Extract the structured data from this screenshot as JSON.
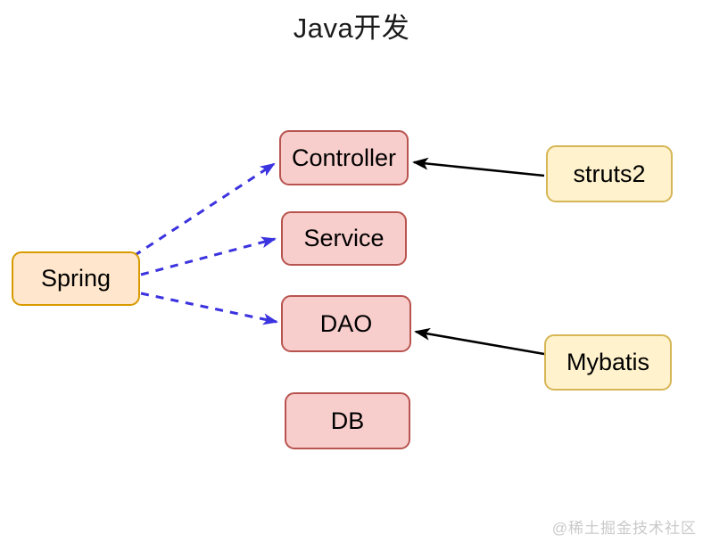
{
  "title": "Java开发",
  "nodes": {
    "spring": {
      "label": "Spring",
      "fill": "#ffe6cc",
      "border": "#d79b00"
    },
    "controller": {
      "label": "Controller",
      "fill": "#f8cecc",
      "border": "#b85450"
    },
    "service": {
      "label": "Service",
      "fill": "#f8cecc",
      "border": "#b85450"
    },
    "dao": {
      "label": "DAO",
      "fill": "#f8cecc",
      "border": "#b85450"
    },
    "db": {
      "label": "DB",
      "fill": "#f8cecc",
      "border": "#b85450"
    },
    "struts2": {
      "label": "struts2",
      "fill": "#fff2cc",
      "border": "#d6b656"
    },
    "mybatis": {
      "label": "Mybatis",
      "fill": "#fff2cc",
      "border": "#d6b656"
    }
  },
  "edges": [
    {
      "from": "spring",
      "to": "controller",
      "style": "dashed",
      "color": "#3b32e0"
    },
    {
      "from": "spring",
      "to": "service",
      "style": "dashed",
      "color": "#3b32e0"
    },
    {
      "from": "spring",
      "to": "dao",
      "style": "dashed",
      "color": "#3b32e0"
    },
    {
      "from": "struts2",
      "to": "controller",
      "style": "solid",
      "color": "#000000"
    },
    {
      "from": "mybatis",
      "to": "dao",
      "style": "solid",
      "color": "#000000"
    }
  ],
  "watermark": "@稀土掘金技术社区"
}
